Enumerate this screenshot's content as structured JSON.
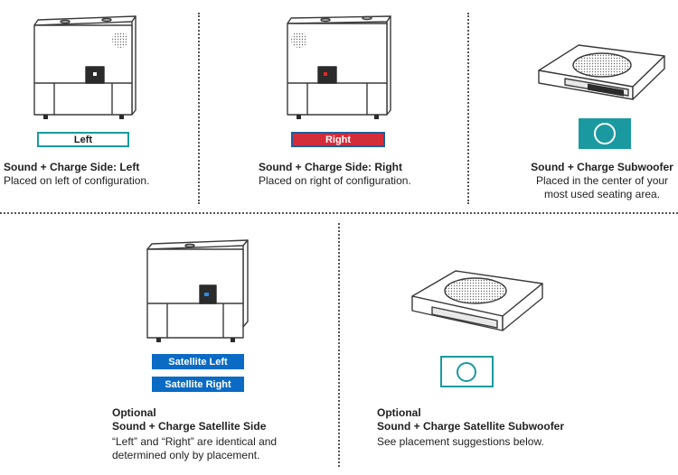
{
  "colors": {
    "teal": "#1a9aa0",
    "red": "#d42d3a",
    "blue": "#0a6ac4",
    "navy_border": "#1f5d9e",
    "line": "#444444"
  },
  "top_row": {
    "left": {
      "badge": "Left",
      "title": "Sound + Charge Side: Left",
      "desc": "Placed on left of configuration."
    },
    "right": {
      "badge": "Right",
      "title": "Sound + Charge Side: Right",
      "desc": "Placed on right of configuration."
    },
    "subwoofer": {
      "title": "Sound + Charge Subwoofer",
      "desc_line1": "Placed in the center of your",
      "desc_line2": "most used seating area."
    }
  },
  "bottom_row": {
    "satellite": {
      "badge_left": "Satellite Left",
      "badge_right": "Satellite Right",
      "optional": "Optional",
      "title": "Sound + Charge Satellite Side",
      "desc_line1": "“Left” and “Right” are identical and",
      "desc_line2": "determined only by placement."
    },
    "satellite_subwoofer": {
      "optional": "Optional",
      "title": "Sound + Charge Satellite Subwoofer",
      "desc": "See placement suggestions below."
    }
  }
}
